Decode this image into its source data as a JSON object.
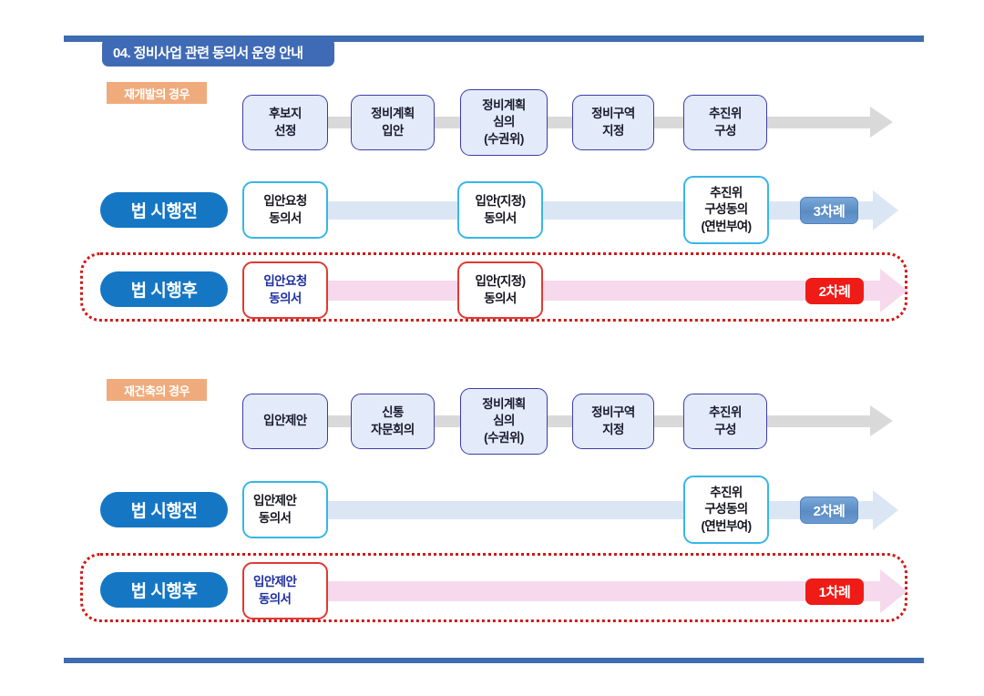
{
  "page": {
    "title": "04. 정비사업 관련 동의서 운영 안내",
    "accent_blue": "#3d6cb0",
    "badge_orange": "#f0ab7c",
    "pill_blue": "#1577c4",
    "red": "#ee1b16"
  },
  "sections": [
    {
      "case_label": "재개발의 경우",
      "process_steps": [
        "후보지\n선정",
        "정비계획\n입안",
        "정비계획\n심의\n(수권위)",
        "정비구역\n지정",
        "추진위\n구성"
      ],
      "before_law": {
        "pill": "법 시행전",
        "docs": [
          "입안요청\n동의서",
          "입안(지정)\n동의서",
          "추진위\n구성동의\n(연번부여)"
        ],
        "count": "3차례"
      },
      "after_law": {
        "pill": "법 시행후",
        "docs": [
          "입안요청\n동의서",
          "입안(지정)\n동의서"
        ],
        "count": "2차례"
      }
    },
    {
      "case_label": "재건축의 경우",
      "process_steps": [
        "입안제안",
        "신통\n자문회의",
        "정비계획\n심의\n(수권위)",
        "정비구역\n지정",
        "추진위\n구성"
      ],
      "before_law": {
        "pill": "법 시행전",
        "docs": [
          "입안제안\n동의서",
          "추진위\n구성동의\n(연번부여)"
        ],
        "count": "2차례"
      },
      "after_law": {
        "pill": "법 시행후",
        "docs": [
          "입안제안\n동의서"
        ],
        "count": "1차례"
      }
    }
  ]
}
